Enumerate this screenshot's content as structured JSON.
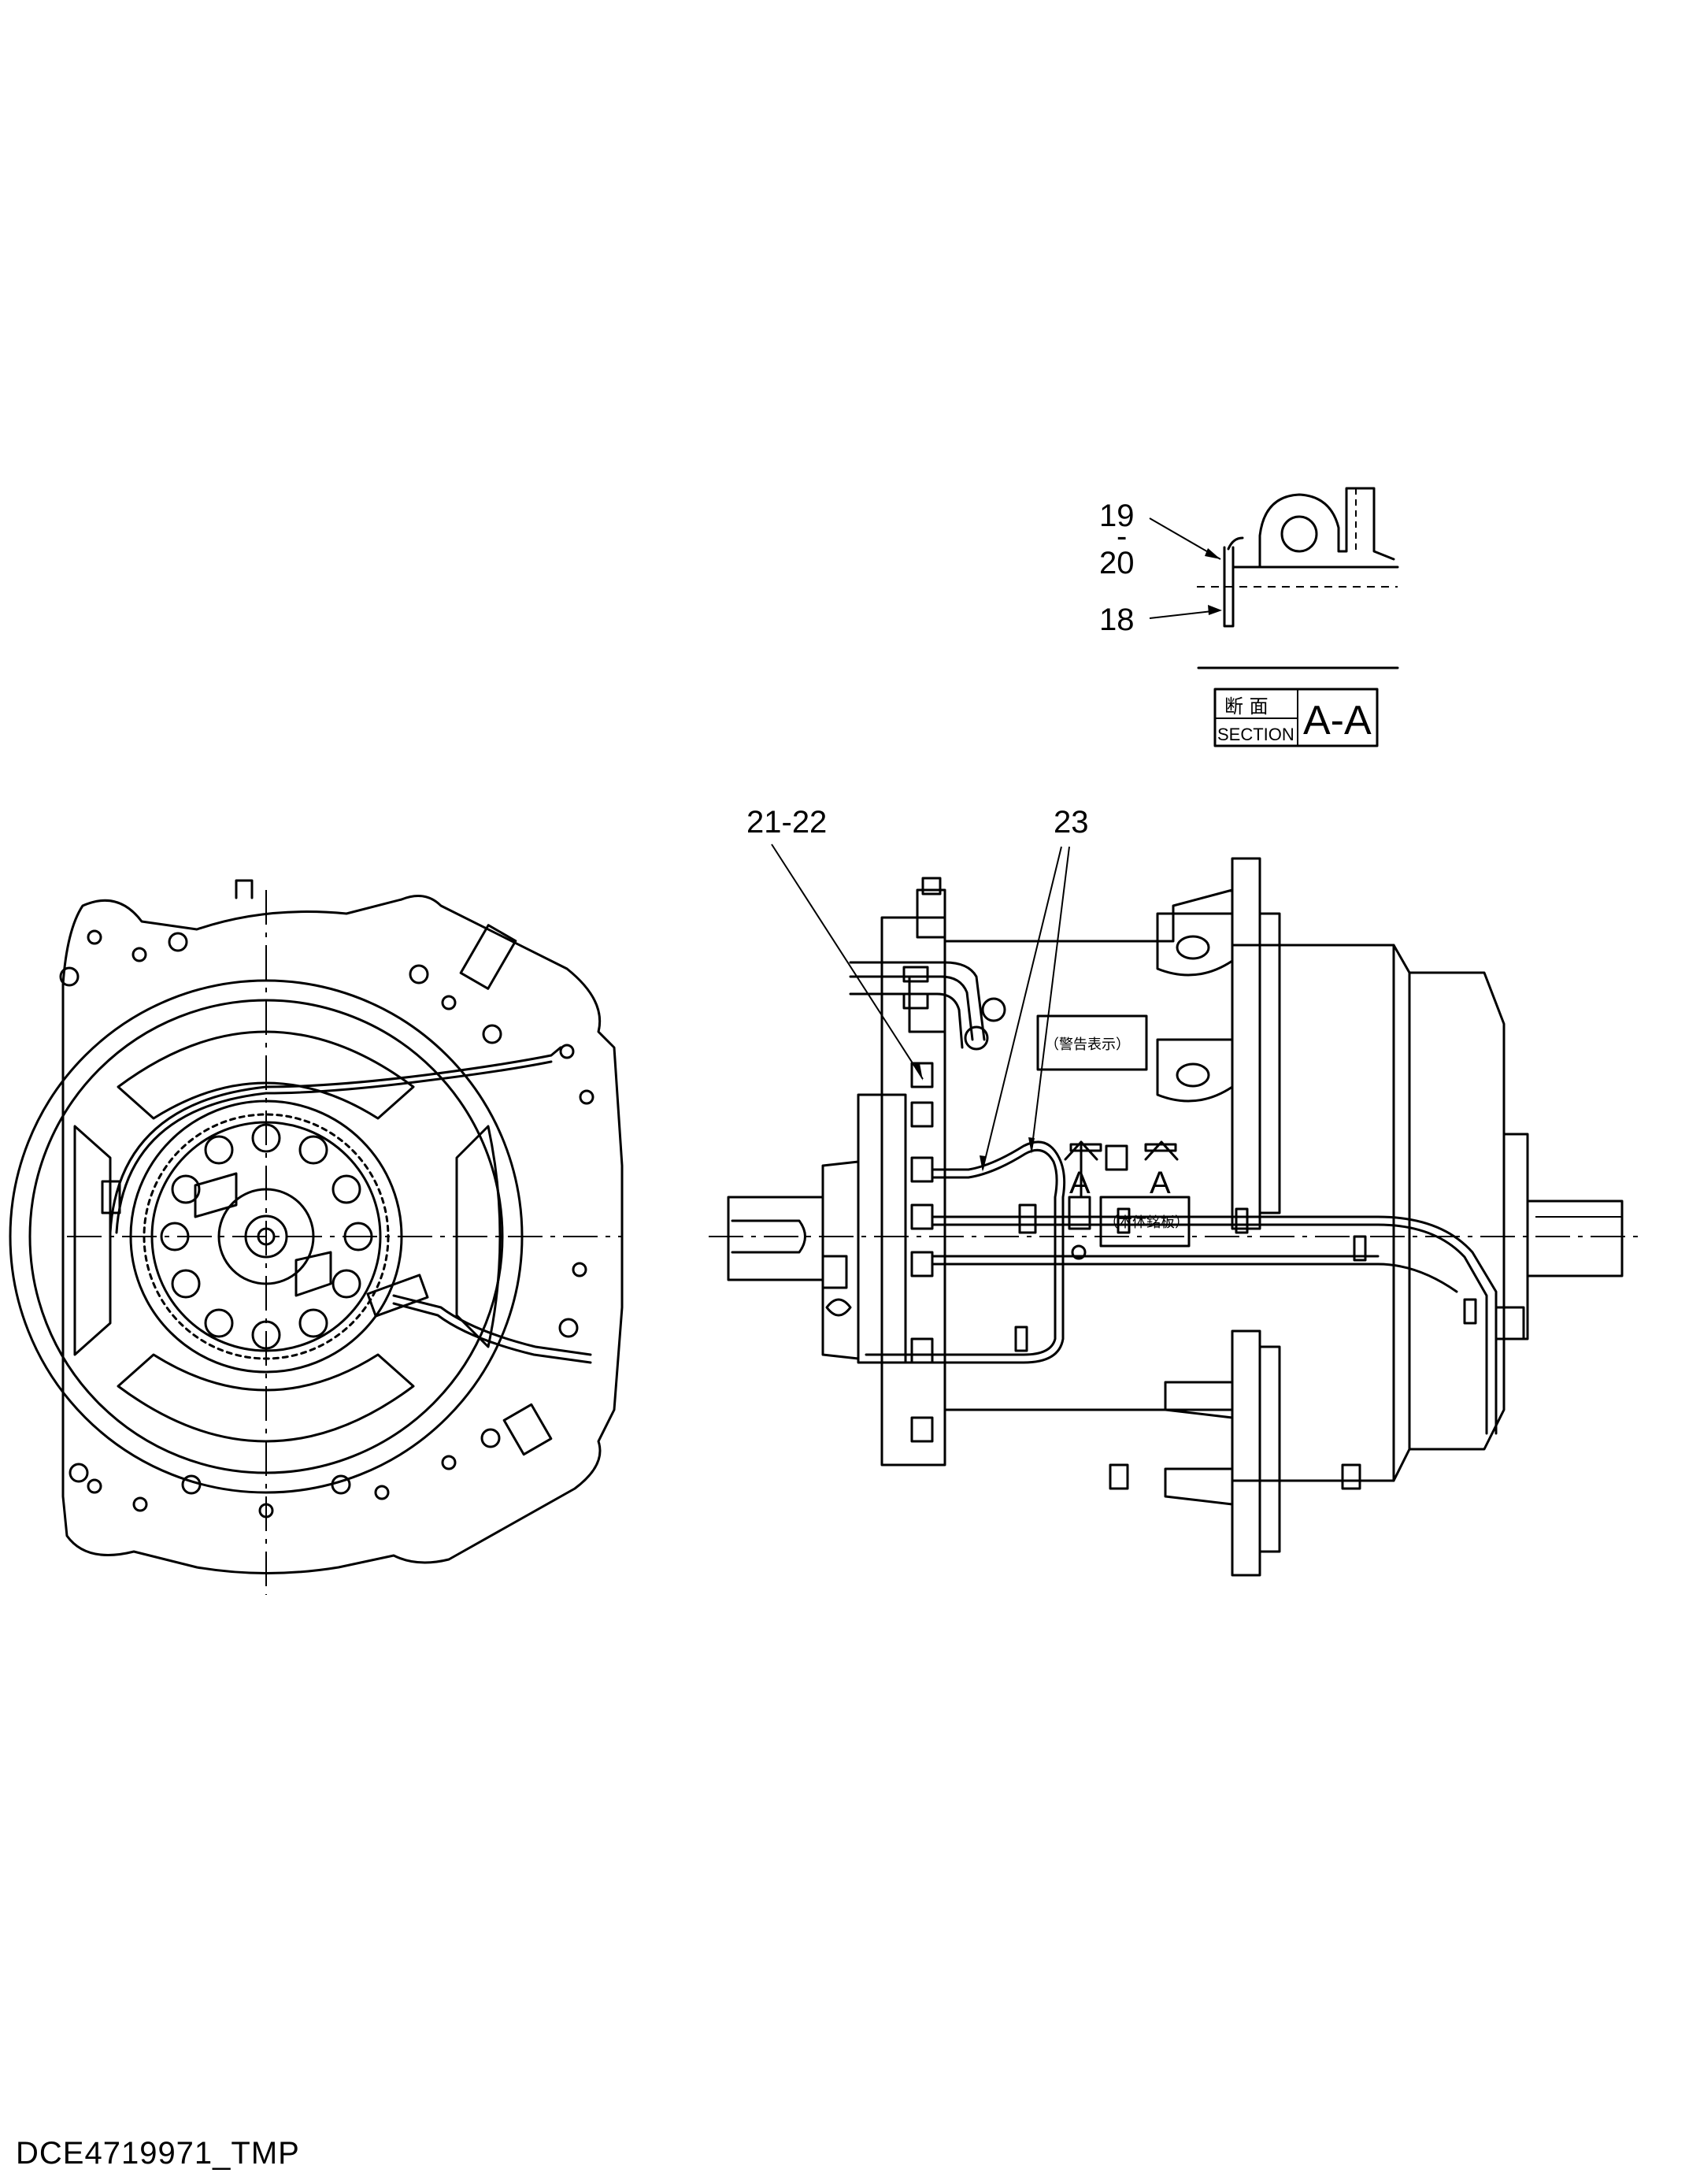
{
  "drawing_id": "DCE4719971_TMP",
  "section_label": {
    "kanji": "断 面",
    "english": "SECTION",
    "name": "A-A"
  },
  "section_view": {
    "callouts": [
      {
        "id": "c19",
        "text": "19"
      },
      {
        "id": "c19sep",
        "text": "-"
      },
      {
        "id": "c20",
        "text": "20"
      },
      {
        "id": "c18",
        "text": "18"
      }
    ]
  },
  "side_view": {
    "callouts": [
      {
        "id": "c21",
        "text": "21-22"
      },
      {
        "id": "c23",
        "text": "23"
      }
    ],
    "labels": {
      "warning": "（警告表示）",
      "body_plate": "（本体銘板）",
      "section_mark_a": "A"
    }
  }
}
